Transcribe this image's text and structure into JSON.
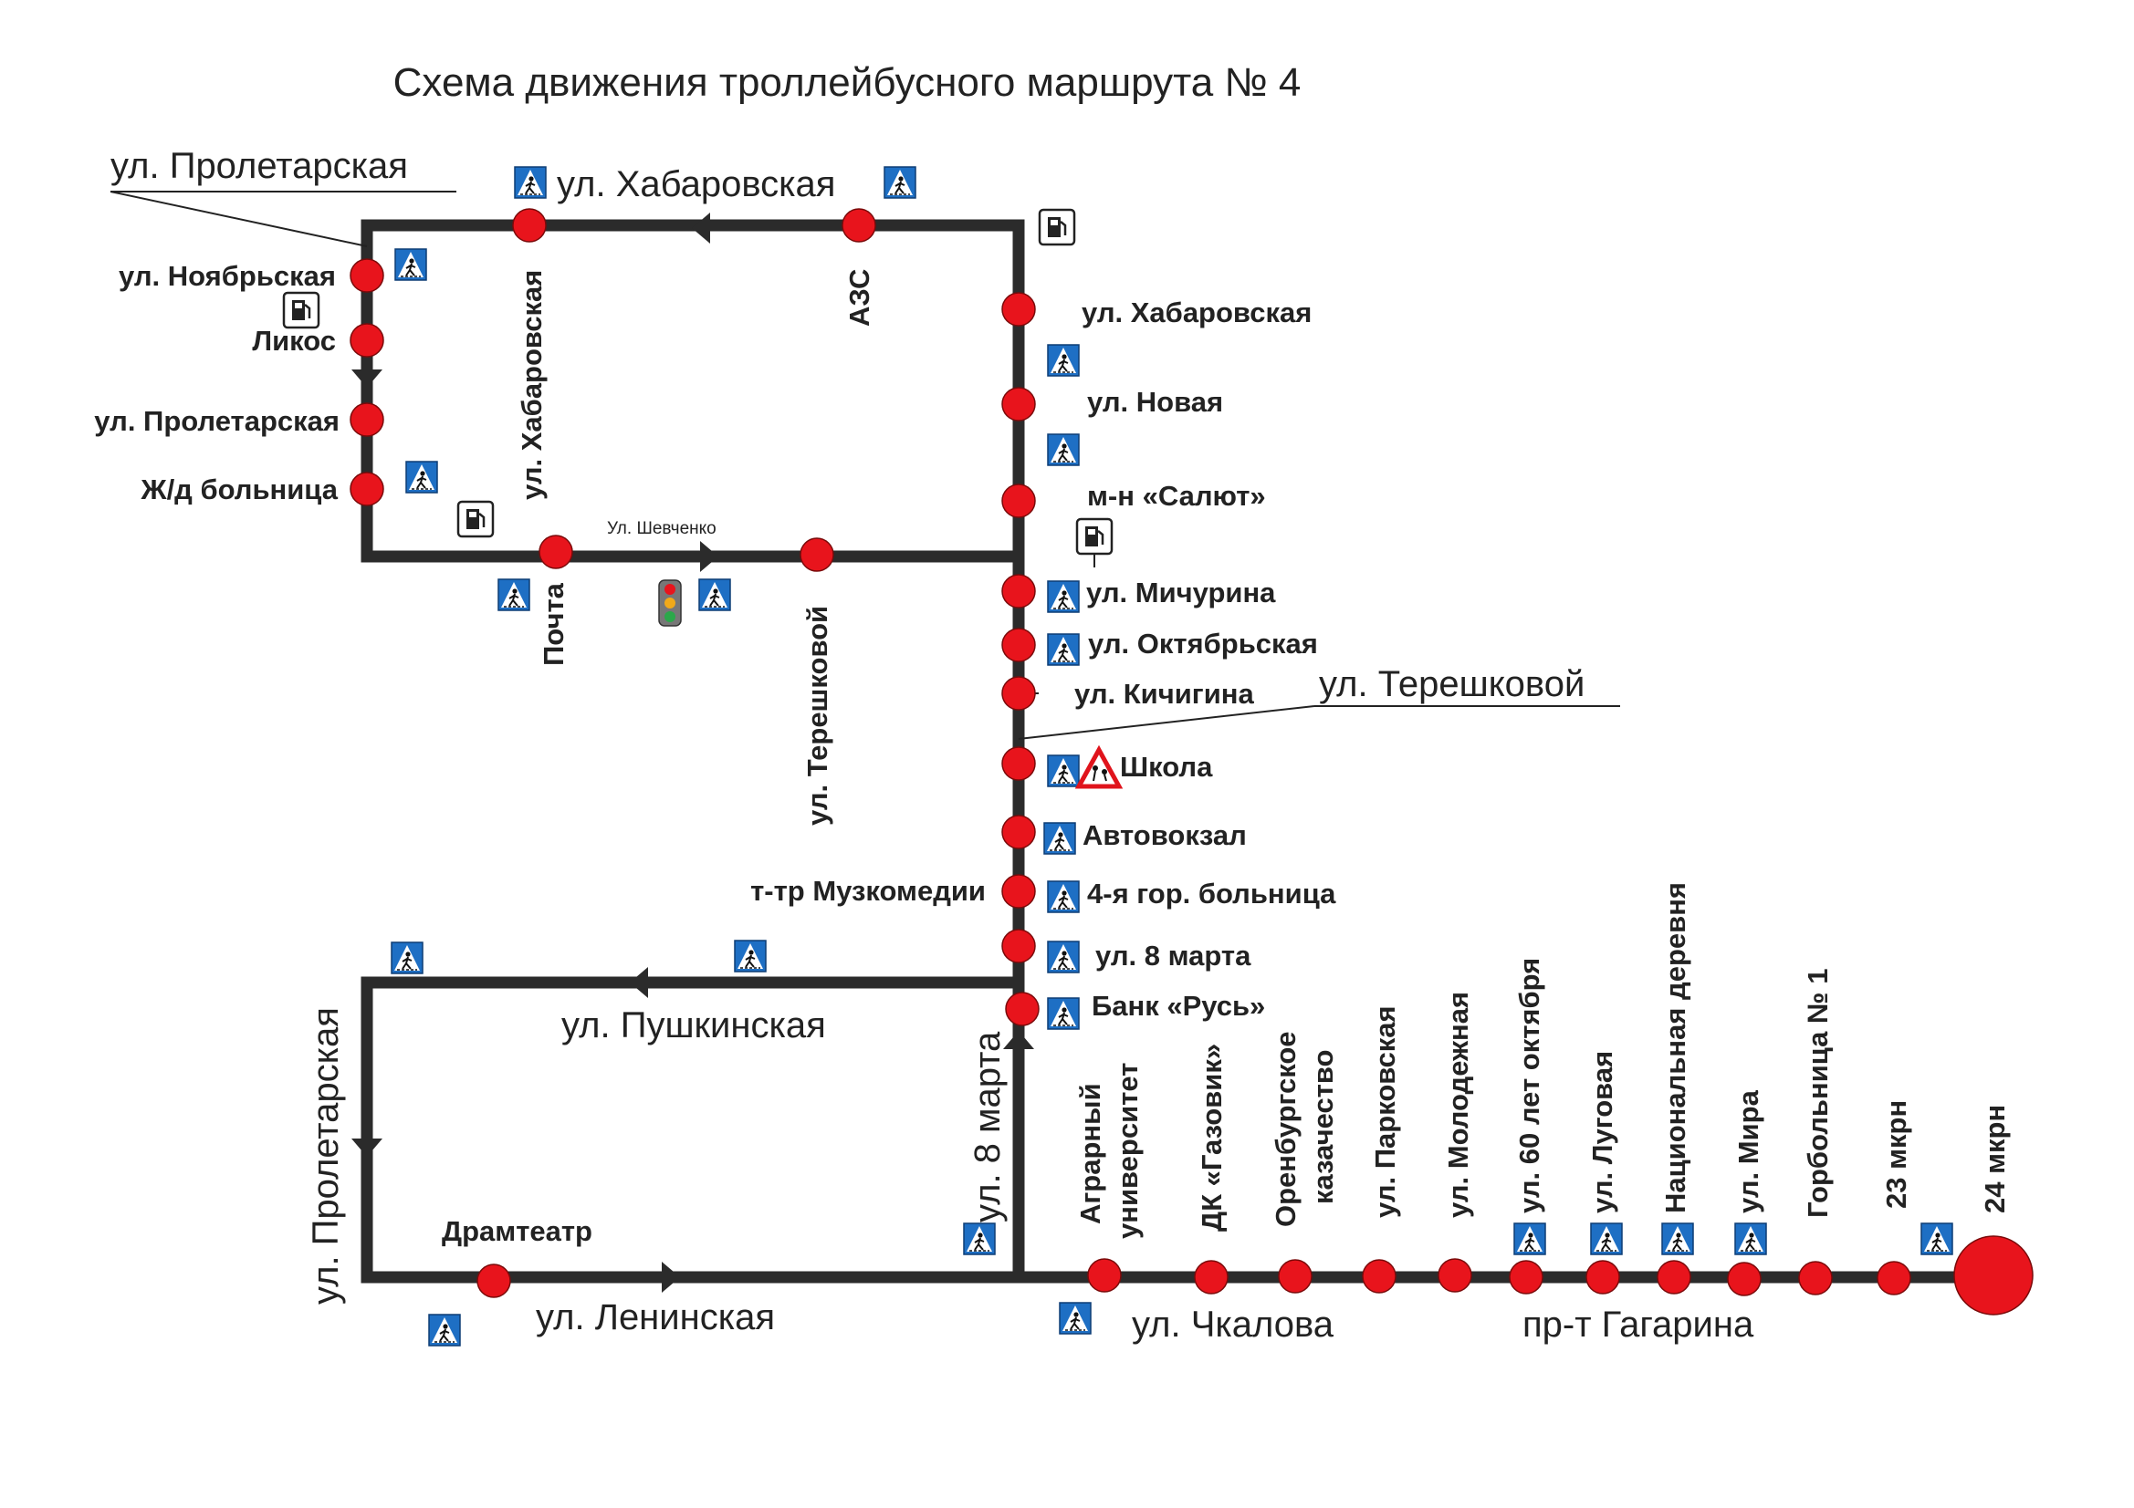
{
  "title": "Схема движения троллейбусного маршрута № 4",
  "streets": {
    "proletarskaya_top": "ул. Пролетарская",
    "khabarovskaya_top": "ул. Хабаровская",
    "khabarovskaya_vertical": "ул. Хабаровская",
    "shevchenko": "Ул. Шевченко",
    "tereshkovoy_vertical": "ул. Терешковой",
    "tereshkovoy_right": "ул. Терешковой",
    "pushkinskaya": "ул. Пушкинская",
    "proletarskaya_left": "ул. Пролетарская",
    "march8": "ул. 8 марта",
    "leninskaya": "ул. Ленинская",
    "chkalova": "ул. Чкалова",
    "gagarina": "пр-т Гагарина"
  },
  "stops": {
    "noyabrskaya": "ул. Ноябрьская",
    "likos": "Ликос",
    "proletarskaya": "ул. Пролетарская",
    "zhd_bolnitsa": "Ж/д больница",
    "pochta": "Почта",
    "azs": "АЗС",
    "khabarovskaya": "ул. Хабаровская",
    "novaya": "ул. Новая",
    "salyut": "м-н «Салют»",
    "michurina": "ул. Мичурина",
    "oktyabrskaya": "ул. Октябрьская",
    "kichigina": "ул. Кичигина",
    "shkola": "Школа",
    "avtovokzal": "Автовокзал",
    "muzkomedii": "т-тр Музкомедии",
    "gor_bolnitsa": "4-я гор. больница",
    "march8": "ул. 8 марта",
    "bank_rus": "Банк «Русь»",
    "dramteatr": "Драмтеатр",
    "agrarny_1": "Аграрный",
    "agrarny_2": "университет",
    "dk_gazovik": "ДК «Газовик»",
    "orenburg_1": "Оренбургское",
    "orenburg_2": "казачество",
    "parkovskaya": "ул. Парковская",
    "molodezhnaya": "ул. Молодежная",
    "let60": "ул. 60 лет октября",
    "lugovaya": "ул. Луговая",
    "nats_derevnya": "Национальная деревня",
    "mira": "ул. Мира",
    "gorbolnitsa1": "Горбольница № 1",
    "mkrn23": "23 мкрн",
    "mkrn24": "24 мкрн"
  },
  "colors": {
    "route": "#2b2b2b",
    "stop_fill": "#e8141c",
    "crossing_blue": "#1e6fc4",
    "warning_red": "#e0141c"
  },
  "icons": {
    "crosswalk": "pedestrian-crossing-sign",
    "fuel": "fuel-station-sign",
    "traffic_light": "traffic-light",
    "children_warning": "children-warning-sign"
  }
}
